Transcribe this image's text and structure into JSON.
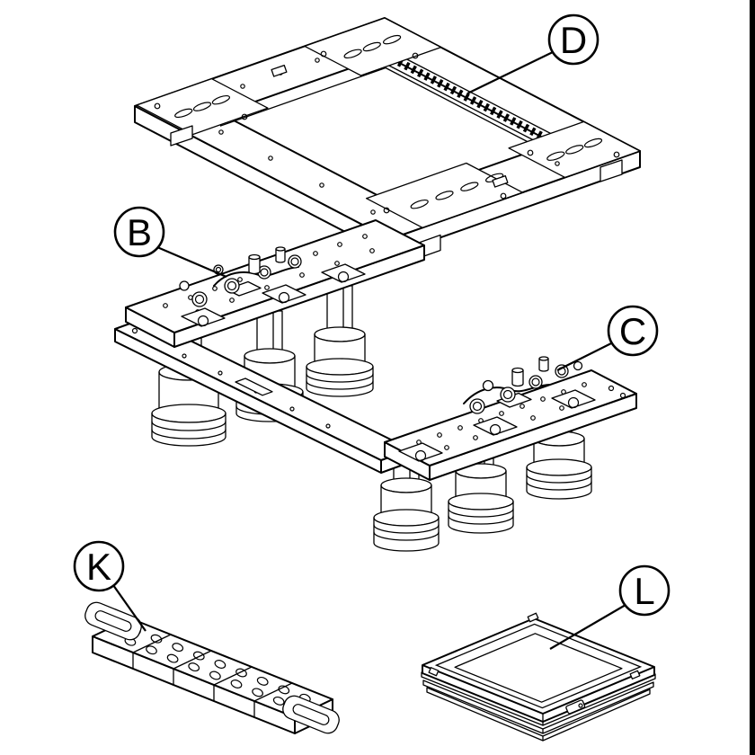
{
  "diagram": {
    "type": "exploded-parts-technical-drawing",
    "background_color": "#ffffff",
    "line_color": "#000000",
    "balloons": [
      {
        "label": "D"
      },
      {
        "label": "B"
      },
      {
        "label": "C"
      },
      {
        "label": "K"
      },
      {
        "label": "L"
      }
    ]
  }
}
